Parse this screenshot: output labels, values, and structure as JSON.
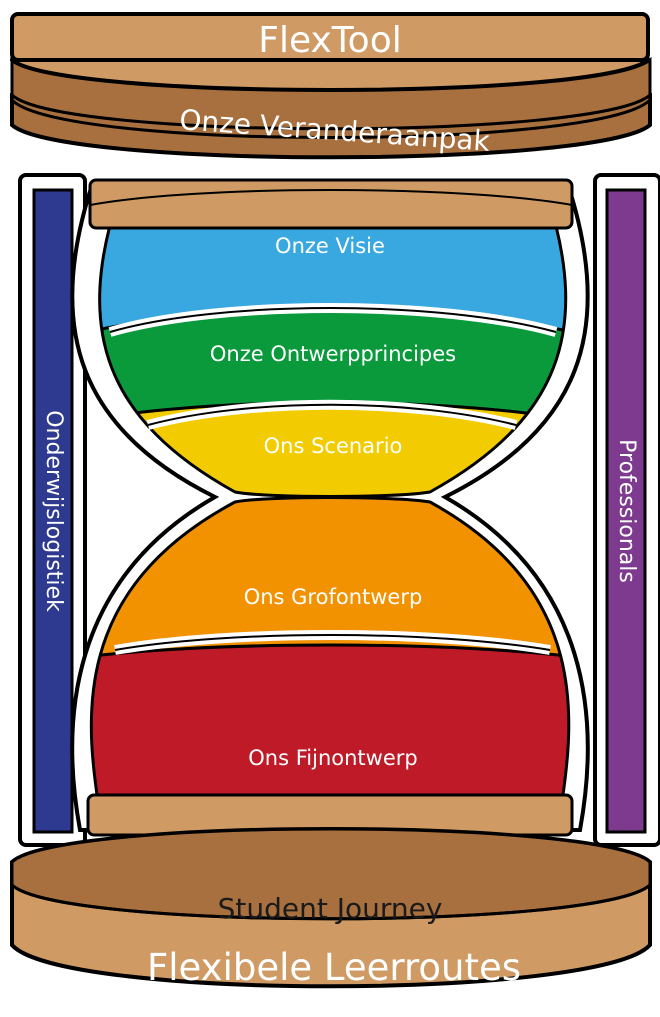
{
  "top": {
    "title": "FlexTool",
    "subtitle": "Onze Veranderaanpak"
  },
  "bottom": {
    "subtitle": "Student Journey",
    "title": "Flexibele Leerroutes"
  },
  "pillars": {
    "left": "Onderwijslogistiek",
    "right": "Professionals"
  },
  "layers": [
    {
      "label": "Onze Visie",
      "color": "#3aa8e0"
    },
    {
      "label": "Onze Ontwerpprincipes",
      "color": "#0a9a3c"
    },
    {
      "label": "Ons Scenario",
      "color": "#f2cc00"
    },
    {
      "label": "Ons Grofontwerp",
      "color": "#f29200"
    },
    {
      "label": "Ons Fijnontwerp",
      "color": "#be1a27"
    }
  ],
  "colors": {
    "wood_light": "#cf9a63",
    "wood_dark": "#a8703f",
    "pillar_left": "#2e3a8f",
    "pillar_right": "#7d3a8e"
  }
}
